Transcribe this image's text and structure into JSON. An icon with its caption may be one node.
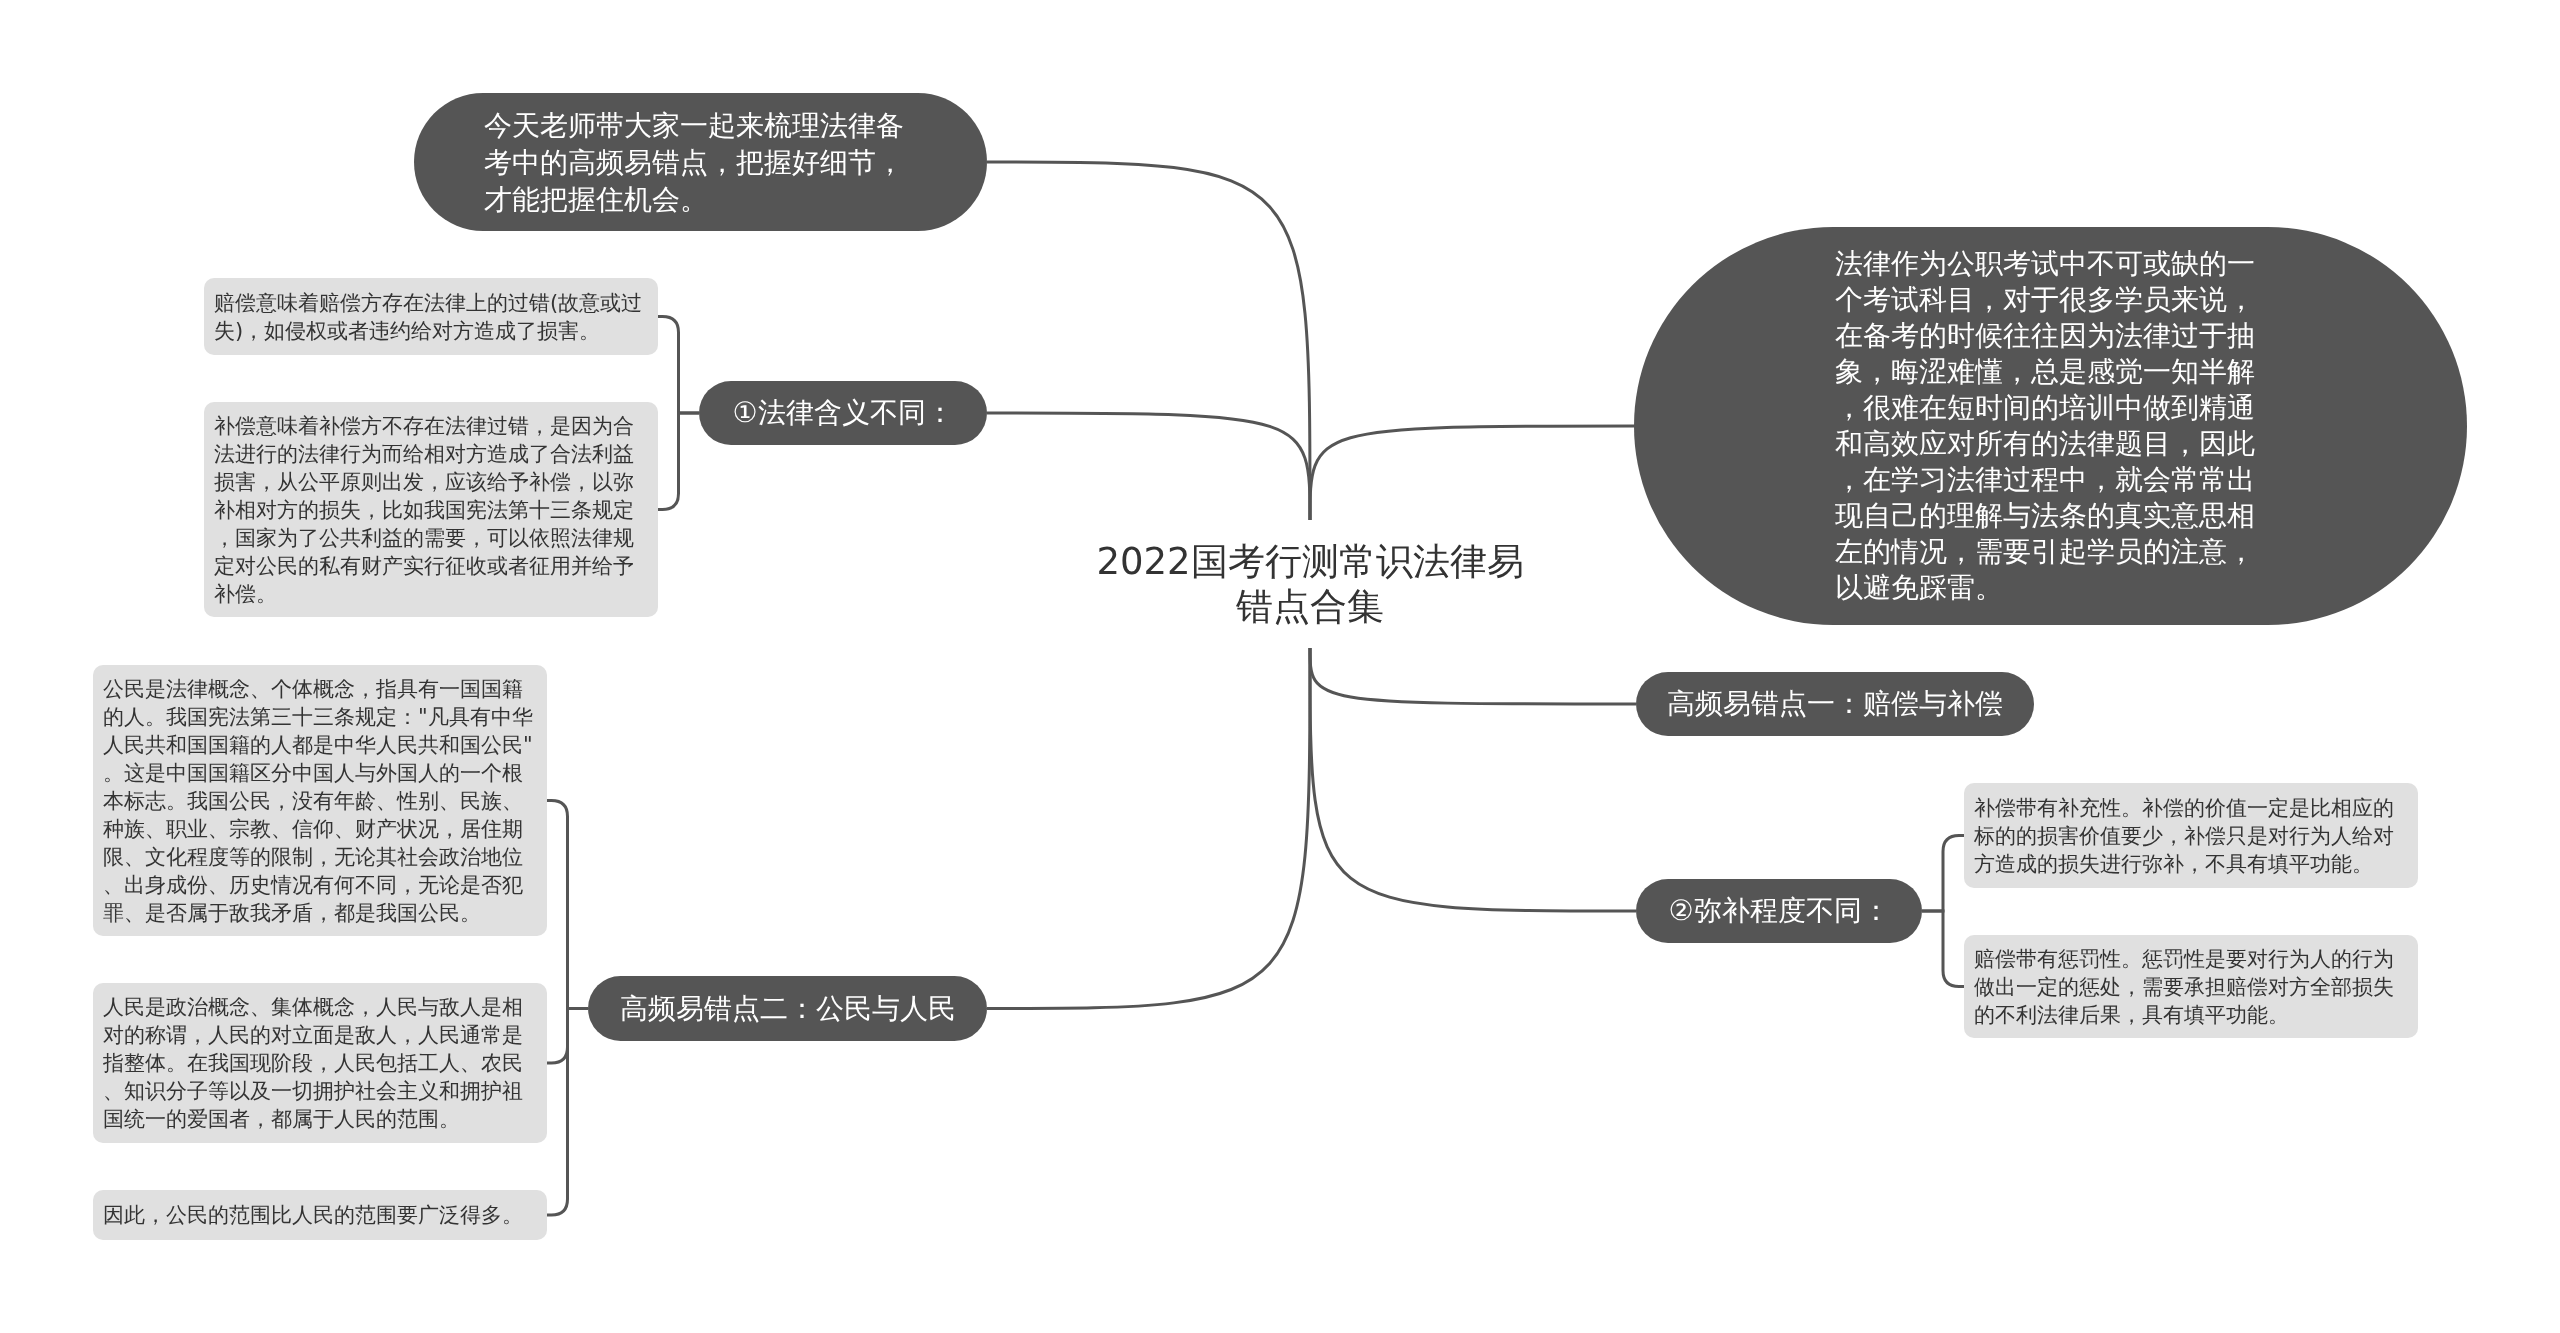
{
  "diagram": {
    "nodes": [
      {
        "text": [
          "2022国考行测常识法律易错点合集"
        ]
      },
      {
        "text": [
          "今天老师带大家一起来梳理法律备考中的高频易错点，把握好细节，才能把握住机会。"
        ]
      },
      {
        "text": [
          "①法律含义不同："
        ]
      },
      {
        "text": [
          "赔偿意味着赔偿方存在法律上的过错(故意或过失)，如侵权或者违约给对方造成了损害。"
        ]
      },
      {
        "text": [
          "补偿意味着补偿方不存在法律过错，是因为合法进行的法律行为而给相对方造成了合法利益损害，从公平原则出发，应该给予补偿，以弥补相对方的损失，比如我国宪法第十三条规定，国家为了公共利益的需要，可以依照法律规定对公民的私有财产实行征收或者征用并给予补偿。"
        ]
      },
      {
        "text": [
          "高频易错点二：公民与人民"
        ]
      },
      {
        "text": [
          "公民是法律概念、个体概念，指具有一国国籍的人。我国宪法第三十三条规定：\"凡具有中华人民共和国国籍的人都是中华人民共和国公民\"。这是中国国籍区分中国人与外国人的一个根本标志。我国公民，没有年龄、性别、民族、种族、职业、宗教、信仰、财产状况，居住期限、文化程度等的限制，无论其社会政治地位、出身成份、历史情况有何不同，无论是否犯罪、是否属于敌我矛盾，都是我国公民。"
        ]
      },
      {
        "text": [
          "人民是政治概念、集体概念，人民与敌人是相对的称谓，人民的对立面是敌人，人民通常是指整体。在我国现阶段，人民包括工人、农民、知识分子等以及一切拥护社会主义和拥护祖国统一的爱国者，都属于人民的范围。"
        ]
      },
      {
        "text": [
          "因此，公民的范围比人民的范围要广泛得多。"
        ]
      },
      {
        "text": [
          "法律作为公职考试中不可或缺的一个考试科目，对于很多学员来说，在备考的时候往往因为法律过于抽象，晦涩难懂，总是感觉一知半解，很难在短时间的培训中做到精通和高效应对所有的法律题目，因此，在学习法律过程中，就会常常出现自己的理解与法条的真实意思相左的情况，需要引起学员的注意，以避免踩雷。"
        ]
      },
      {
        "text": [
          "高频易错点一：赔偿与补偿"
        ]
      },
      {
        "text": [
          "②弥补程度不同："
        ]
      },
      {
        "text": [
          "补偿带有补充性。补偿的价值一定是比相应的标的的损害价值要少，补偿只是对行为人给对方造成的损失进行弥补，不具有填平功能。"
        ]
      },
      {
        "text": [
          "赔偿带有惩罚性。惩罚性是要对行为人的行为做出一定的惩处，需要承担赔偿对方全部损失的不利法律后果，具有填平功能。"
        ]
      }
    ],
    "edges": [
      {
        "from": 0,
        "to": 1,
        "arrow": "none"
      },
      {
        "from": 0,
        "to": 2,
        "arrow": "none"
      },
      {
        "from": 2,
        "to": 3,
        "arrow": "none"
      },
      {
        "from": 2,
        "to": 4,
        "arrow": "none"
      },
      {
        "from": 0,
        "to": 5,
        "arrow": "none"
      },
      {
        "from": 5,
        "to": 6,
        "arrow": "none"
      },
      {
        "from": 5,
        "to": 7,
        "arrow": "none"
      },
      {
        "from": 5,
        "to": 8,
        "arrow": "none"
      },
      {
        "from": 0,
        "to": 9,
        "arrow": "none"
      },
      {
        "from": 0,
        "to": 10,
        "arrow": "none"
      },
      {
        "from": 0,
        "to": 11,
        "arrow": "none"
      },
      {
        "from": 11,
        "to": 12,
        "arrow": "none"
      },
      {
        "from": 11,
        "to": 13,
        "arrow": "none"
      }
    ]
  }
}
